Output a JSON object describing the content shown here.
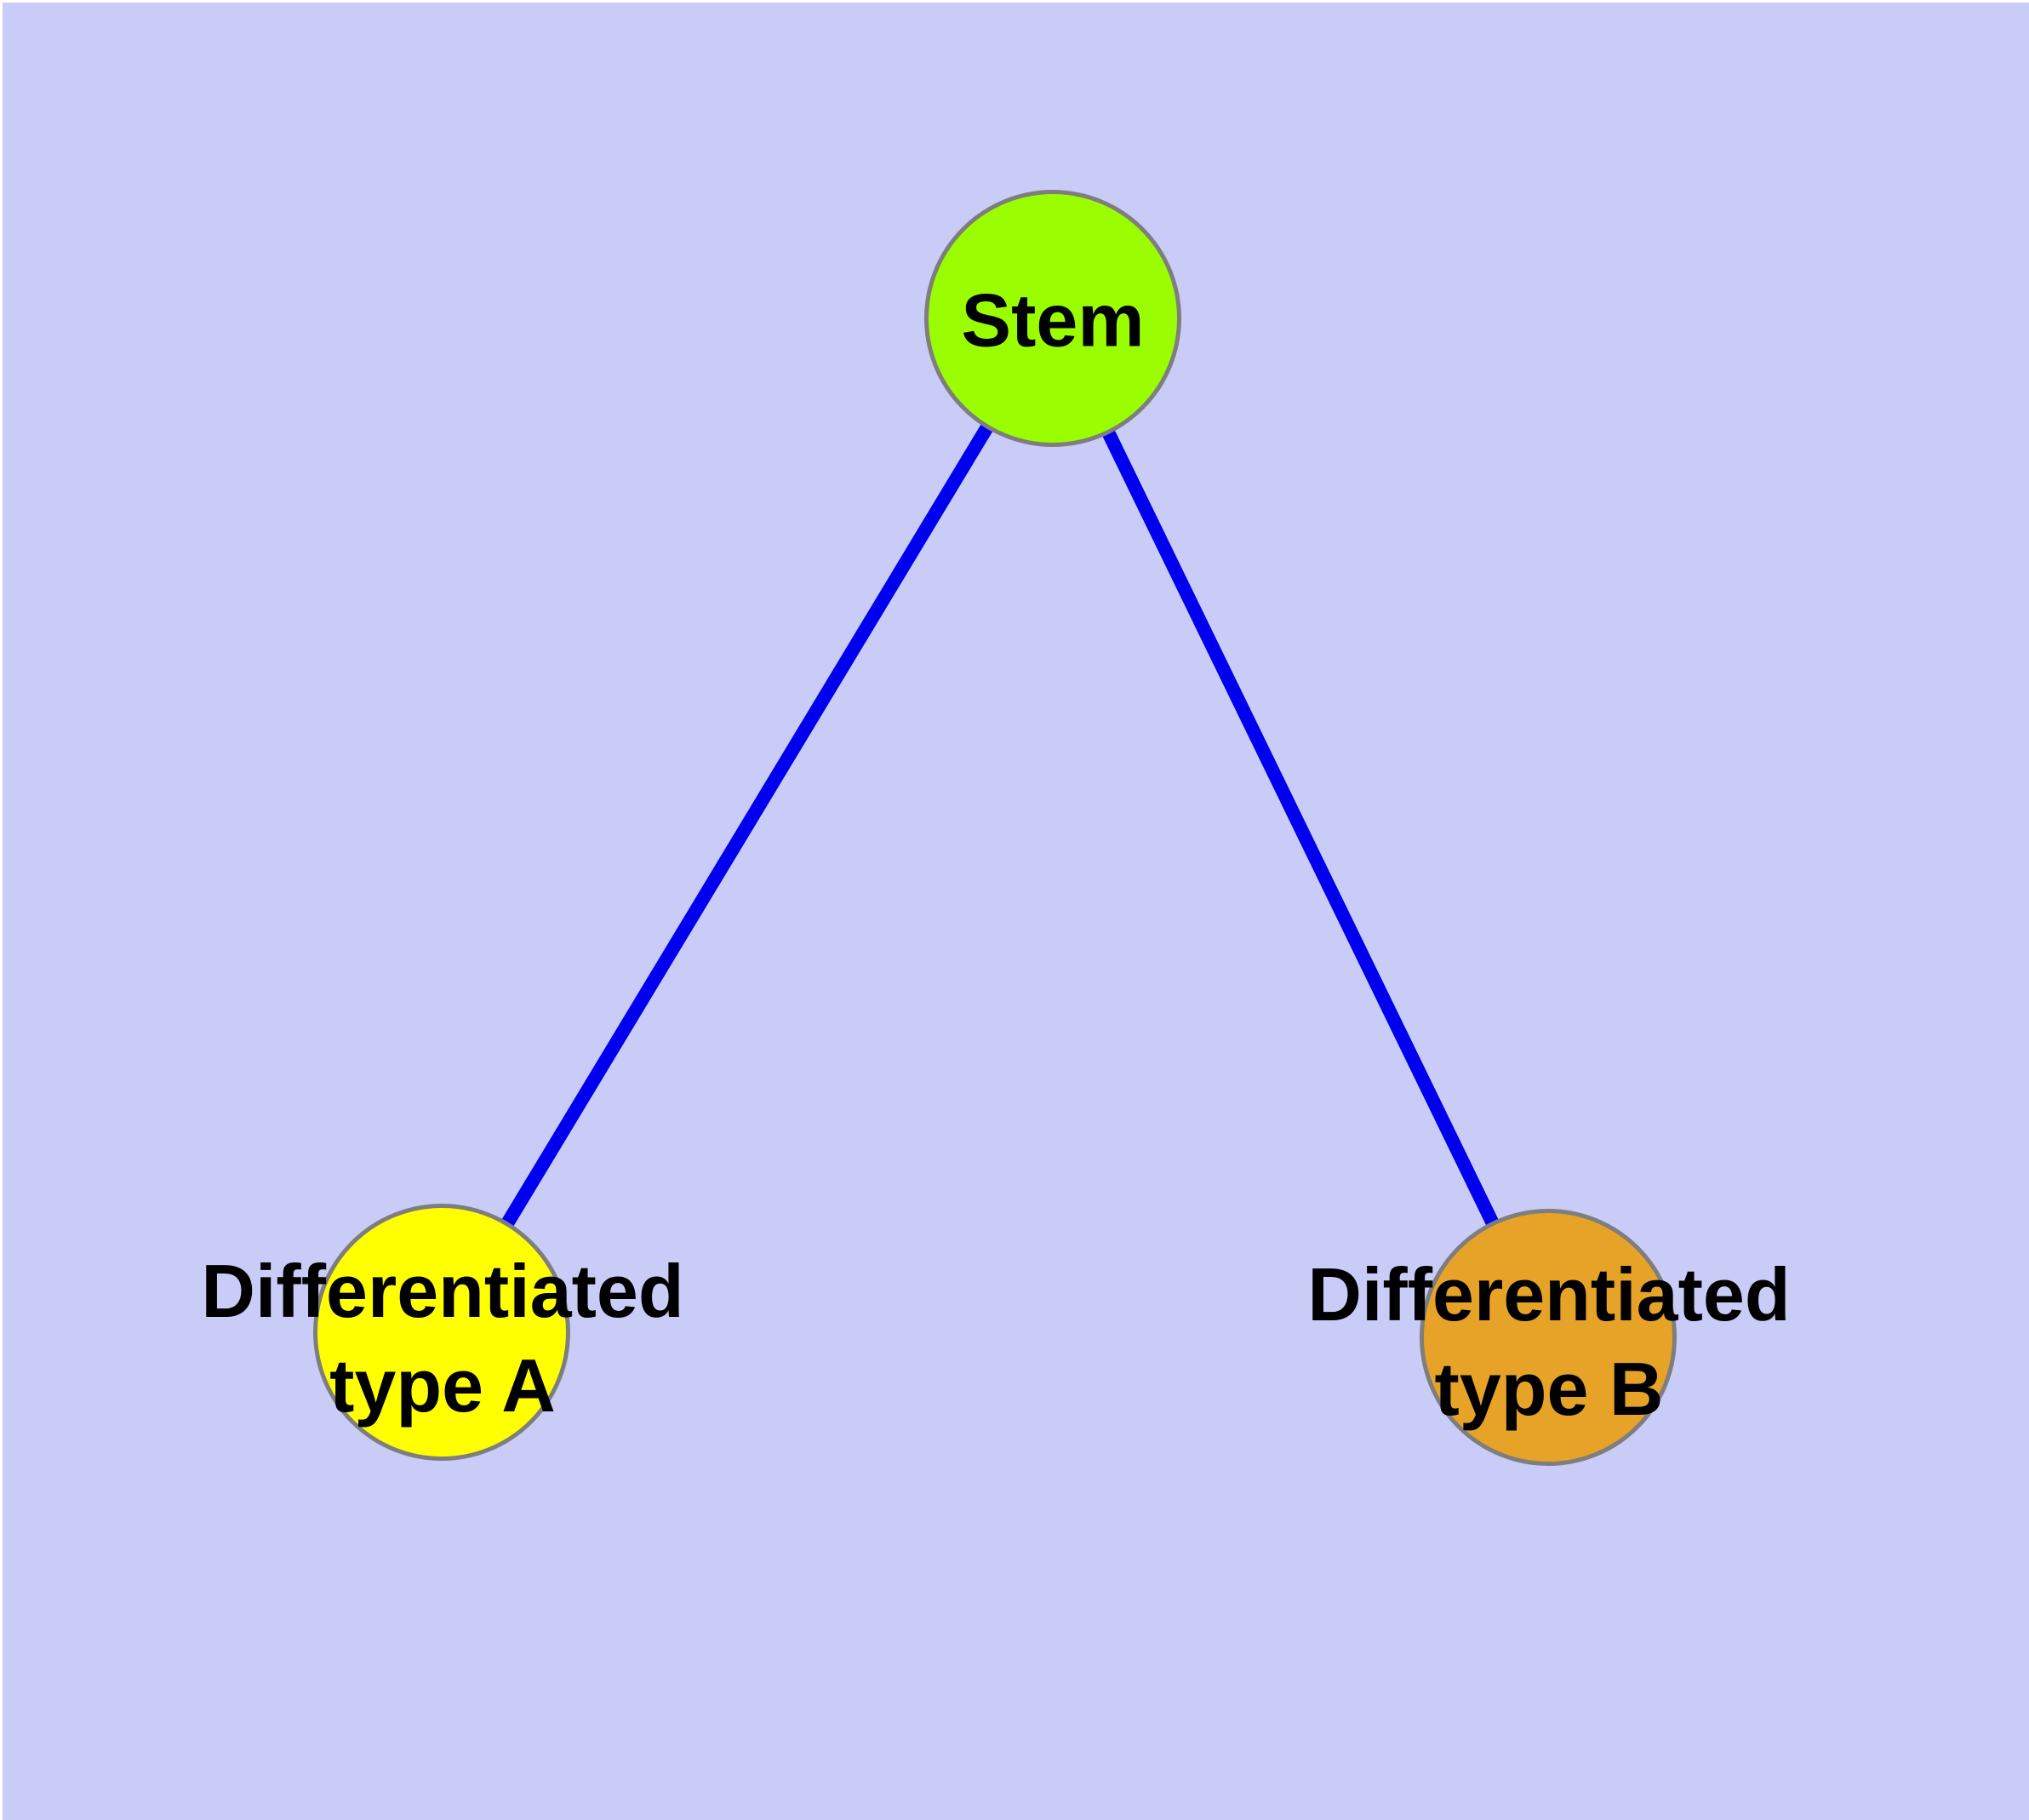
{
  "diagram": {
    "background_color": "#CACCF8",
    "edge_color": "#0000EE",
    "node_border_color": "#7E7E7E",
    "label_color": "#000000",
    "nodes": [
      {
        "id": "stem",
        "label": "Stem",
        "fill": "#9AFE00"
      },
      {
        "id": "type-a",
        "label": "Differentiated type A",
        "label_line1": "Differentiated",
        "label_line2": "type A",
        "fill": "#FFFF00"
      },
      {
        "id": "type-b",
        "label": "Differentiated type B",
        "label_line1": "Differentiated",
        "label_line2": "type B",
        "fill": "#E7A327"
      }
    ],
    "edges": [
      {
        "from": "Stem",
        "to": "Differentiated type A"
      },
      {
        "from": "Stem",
        "to": "Differentiated type B"
      }
    ]
  }
}
